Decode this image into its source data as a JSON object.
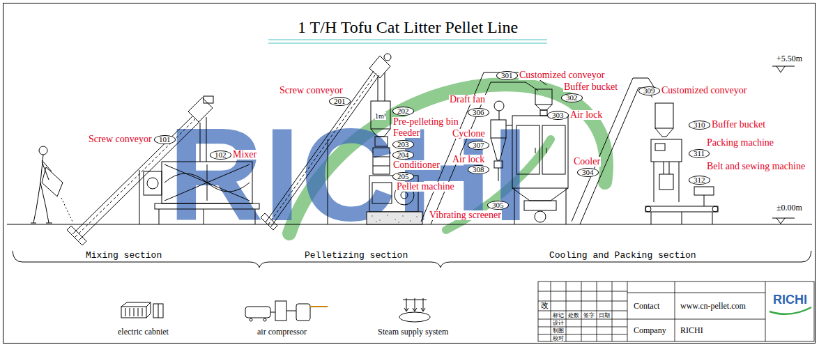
{
  "diagram": {
    "title": "1 T/H Tofu Cat Litter Pellet Line",
    "nodes": [
      {
        "text": [
          "101"
        ]
      },
      {
        "text": [
          "102"
        ]
      },
      {
        "text": [
          "201"
        ]
      },
      {
        "text": [
          "202"
        ]
      },
      {
        "text": [
          "203"
        ]
      },
      {
        "text": [
          "204"
        ]
      },
      {
        "text": [
          "205"
        ]
      },
      {
        "text": [
          "301"
        ]
      },
      {
        "text": [
          "302"
        ]
      },
      {
        "text": [
          "306"
        ]
      },
      {
        "text": [
          "303"
        ]
      },
      {
        "text": [
          "307"
        ]
      },
      {
        "text": [
          "308"
        ]
      },
      {
        "text": [
          "304"
        ]
      },
      {
        "text": [
          "305"
        ]
      },
      {
        "text": [
          "309"
        ]
      },
      {
        "text": [
          "310"
        ]
      },
      {
        "text": [
          "311"
        ]
      },
      {
        "text": [
          "312"
        ]
      }
    ],
    "labels": [
      "Screw conveyor",
      "Mixer",
      "Screw conveyor",
      "1m³",
      "Pre-pelleting bin",
      "Feeder",
      "Conditioner",
      "Pellet machine",
      "Customized conveyor",
      "Buffer bucket",
      "Draft fan",
      "Air lock",
      "Cyclone",
      "Air lock",
      "Cooler",
      "Vibrating screener",
      "Customized conveyor",
      "Buffer bucket",
      "Packing machine",
      "Belt and sewing machine",
      "+5.50m",
      "±0.00m",
      "Mixing section",
      "Pelletizing section",
      "Cooling and Packing section",
      "electric cabniet",
      "air compressor",
      "Steam supply system",
      "改",
      "标记",
      "处数",
      "签字",
      "日期",
      "设计",
      "制图",
      "校对",
      "Contact",
      "www.cn-pellet.com",
      "Company",
      "RICHI",
      "RICHI",
      "RICHI"
    ]
  }
}
